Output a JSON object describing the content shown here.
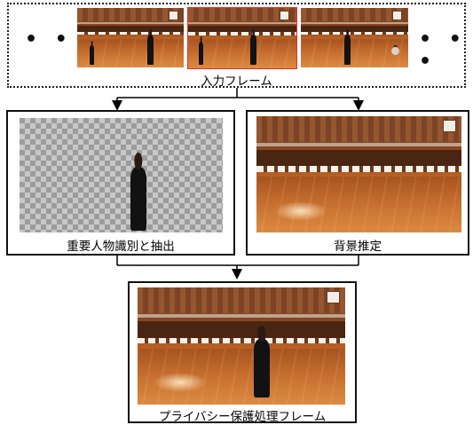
{
  "input": {
    "label": "入力フレーム",
    "ellipsis_left": "• • •",
    "ellipsis_right": "• • •",
    "highlight_color": "#e0302a"
  },
  "extraction": {
    "label": "重要人物識別と抽出"
  },
  "background": {
    "label": "背景推定"
  },
  "output": {
    "label": "プライバシー保護処理フレーム"
  }
}
